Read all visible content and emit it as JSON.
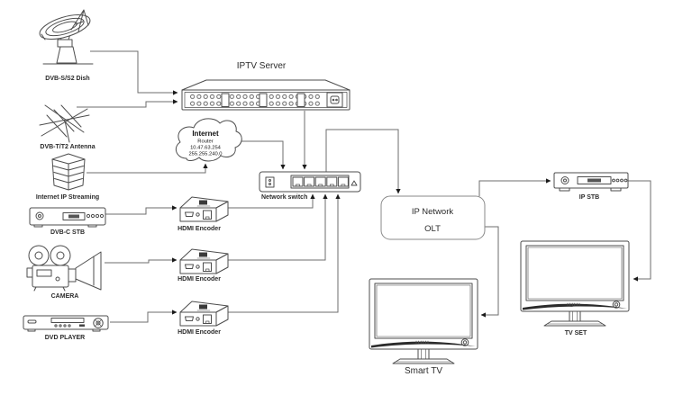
{
  "nodes": {
    "dish": {
      "label": "DVB-S/S2 Dish"
    },
    "antenna": {
      "label": "DVB-T/T2 Antenna"
    },
    "streaming": {
      "label": "Internet IP Streaming"
    },
    "dvbc_stb": {
      "label": "DVB-C STB"
    },
    "camera": {
      "label": "CAMERA"
    },
    "dvd": {
      "label": "DVD PLAYER"
    },
    "iptv_server": {
      "label": "IPTV Server"
    },
    "internet_router": {
      "name": "Internet",
      "device": "Router",
      "ip": "10.47.63.254",
      "mask": "255.255.240.0"
    },
    "network_switch": {
      "label": "Network switch"
    },
    "hdmi_encoder_1": {
      "label": "HDMI Encoder"
    },
    "hdmi_encoder_2": {
      "label": "HDMI Encoder"
    },
    "hdmi_encoder_3": {
      "label": "HDMI Encoder"
    },
    "olt": {
      "line1": "IP Network",
      "line2": "OLT"
    },
    "ip_stb": {
      "label": "IP STB"
    },
    "tv_set": {
      "label": "TV SET"
    },
    "smart_tv": {
      "label": "Smart TV"
    }
  },
  "connections": [
    {
      "from": "DVB-S/S2 Dish",
      "to": "IPTV Server"
    },
    {
      "from": "DVB-T/T2 Antenna",
      "to": "IPTV Server"
    },
    {
      "from": "Internet IP Streaming",
      "to": "Internet Router"
    },
    {
      "from": "Internet Router",
      "to": "Network switch"
    },
    {
      "from": "IPTV Server",
      "to": "Network switch"
    },
    {
      "from": "DVB-C STB",
      "to": "HDMI Encoder 1"
    },
    {
      "from": "CAMERA",
      "to": "HDMI Encoder 2"
    },
    {
      "from": "DVD PLAYER",
      "to": "HDMI Encoder 3"
    },
    {
      "from": "HDMI Encoder 1",
      "to": "Network switch"
    },
    {
      "from": "HDMI Encoder 2",
      "to": "Network switch"
    },
    {
      "from": "HDMI Encoder 3",
      "to": "Network switch"
    },
    {
      "from": "Network switch",
      "to": "IP Network OLT"
    },
    {
      "from": "IP Network OLT",
      "to": "IP STB"
    },
    {
      "from": "IP Network OLT",
      "to": "Smart TV"
    },
    {
      "from": "IP STB",
      "to": "TV SET"
    }
  ],
  "colors": {
    "background": "#ffffff",
    "connector_line": "#6e6e6e",
    "icon_stroke": "#4d4d4d",
    "text_ink": "#2b2b2b"
  }
}
